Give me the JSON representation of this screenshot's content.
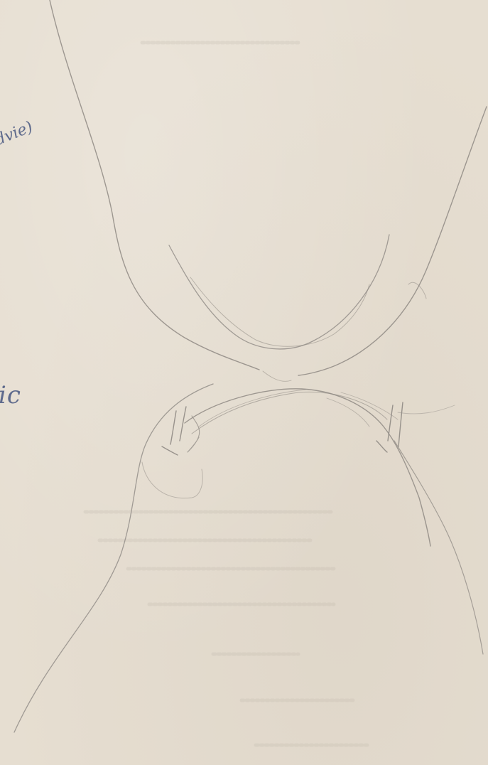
{
  "page": {
    "background_color": "#e6ded1",
    "ink_color": "#5e6a8c",
    "pencil_color": "#8f8a84"
  },
  "annotations": {
    "top_note": "dvie)",
    "mid_note": "ic"
  },
  "drawing": {
    "marks_left": "II",
    "marks_right": "II"
  }
}
